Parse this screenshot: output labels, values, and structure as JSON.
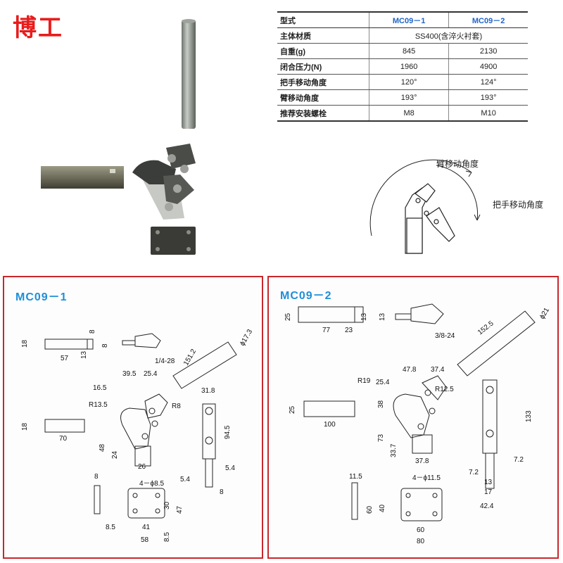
{
  "brand": "博工",
  "spec_table": {
    "header": {
      "label": "型式",
      "col1": "MC09－1",
      "col2": "MC09－2"
    },
    "rows": [
      {
        "label": "主体材质",
        "span": "SS400(含淬火衬套)"
      },
      {
        "label": "自重(g)",
        "col1": "845",
        "col2": "2130"
      },
      {
        "label": "闭合压力(N)",
        "col1": "1960",
        "col2": "4900"
      },
      {
        "label": "把手移动角度",
        "col1": "120°",
        "col2": "124°"
      },
      {
        "label": "臂移动角度",
        "col1": "193°",
        "col2": "193°"
      },
      {
        "label": "推荐安装螺栓",
        "col1": "M8",
        "col2": "M10"
      }
    ]
  },
  "angle_diagram": {
    "arm_label": "臂移动角度",
    "handle_label": "把手移动角度"
  },
  "panel1": {
    "title": "MC09－1",
    "dims": {
      "d18a": "18",
      "d8a": "8",
      "d57": "57",
      "d13a": "13",
      "d8b": "8",
      "thread": "1/4-28",
      "d151": "151.2",
      "d17": "ϕ17.3",
      "d39": "39.5",
      "d25": "25.4",
      "d16": "16.5",
      "r13": "R13.5",
      "r8": "R8",
      "d18b": "18",
      "d70": "70",
      "d48": "48",
      "d24": "24",
      "d26": "26",
      "d31": "31.8",
      "d94": "94.5",
      "d54a": "5.4",
      "d54b": "5.4",
      "d8c": "8",
      "d8d": "8",
      "holes": "4－ϕ8.5",
      "d30": "30",
      "d47": "47",
      "d8e": "8.5",
      "d41": "41",
      "d58": "58",
      "d8f": "8.5"
    }
  },
  "panel2": {
    "title": "MC09－2",
    "dims": {
      "d25a": "25",
      "d77": "77",
      "d23": "23",
      "d13a": "13",
      "d13b": "13",
      "thread": "3/8-24",
      "d152": "152.5",
      "d21": "ϕ21",
      "d47": "47.8",
      "d37": "37.4",
      "r19": "R19",
      "d25b": "25.4",
      "r12": "R12.5",
      "d25c": "25",
      "d100": "100",
      "d38": "38",
      "d73": "73",
      "d33": "33.7",
      "d378": "37.8",
      "d133": "133",
      "d72a": "7.2",
      "d72b": "7.2",
      "d13c": "13",
      "d17": "17",
      "d42": "42.4",
      "d11": "11.5",
      "holes": "4－ϕ11.5",
      "d60a": "60",
      "d40": "40",
      "d60b": "60",
      "d80": "80"
    }
  }
}
